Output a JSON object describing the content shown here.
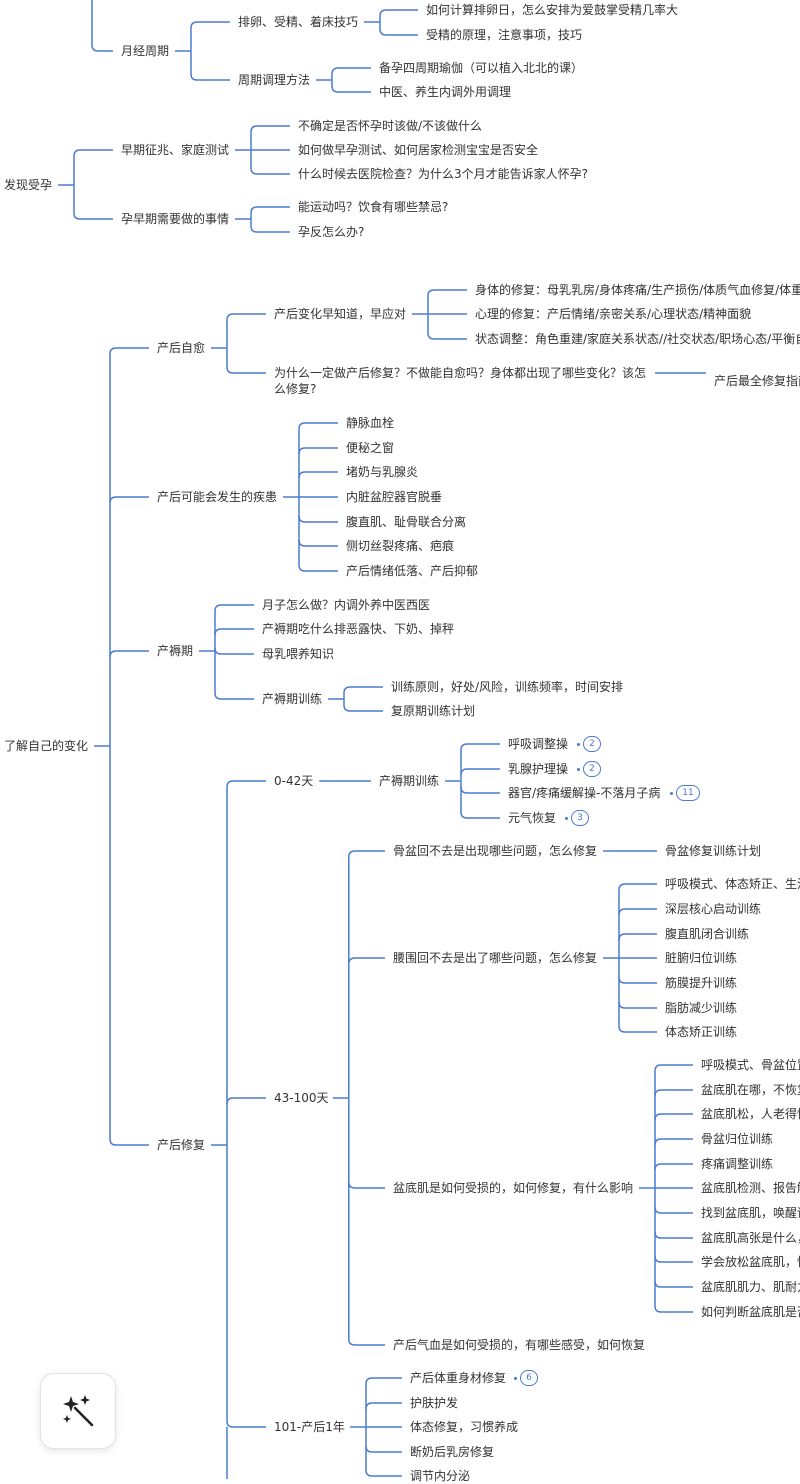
{
  "mindmap": {
    "line_color": "#4a7bd0",
    "nodes": {
      "s1": "月经周期",
      "s2": "排卵、受精、着床技巧",
      "s3": "如何计算排卵日，怎么安排为爱鼓掌受精几率大",
      "s4": "受精的原理，注意事项，技巧",
      "s5": "周期调理方法",
      "s6": "备孕四周期瑜伽（可以植入北北的课）",
      "s7": "中医、养生内调外用调理",
      "p1": "发现受孕",
      "p2": "早期征兆、家庭测试",
      "p3": "不确定是否怀孕时该做/不该做什么",
      "p4": "如何做早孕测试、如何居家检测宝宝是否安全",
      "p5": "什么时候去医院检查？为什么3个月才能告诉家人怀孕?",
      "p6": "孕早期需要做的事情",
      "p7": "能运动吗？饮食有哪些禁忌?",
      "p8": "孕反怎么办?",
      "root": "了解自己的变化",
      "a0": "产后自愈",
      "a1": "产后变化早知道，早应对",
      "a2": "身体的修复：母乳乳房/身体疼痛/生产损伤/体质气血修复/体重",
      "a3": "心理的修复：产后情绪/亲密关系/心理状态/精神面貌",
      "a4": "状态调整：角色重建/家庭关系状态//社交状态/职场心态/平衡自",
      "a5": "为什么一定做产后修复？不做能自愈吗？身体都出现了哪些变化？该怎么修复?",
      "a6": "产后最全修复指南",
      "b0": "产后可能会发生的疾患",
      "b1": "静脉血栓",
      "b2": "便秘之窗",
      "b3": "堵奶与乳腺炎",
      "b4": "内脏盆腔器官脱垂",
      "b5": "腹直肌、耻骨联合分离",
      "b6": "侧切丝裂疼痛、疤痕",
      "b7": "产后情绪低落、产后抑郁",
      "c0": "产褥期",
      "c1": "月子怎么做？内调外养中医西医",
      "c2": "产褥期吃什么排恶露快、下奶、掉秤",
      "c3": "母乳喂养知识",
      "c4": "产褥期训练",
      "c5": "训练原则，好处/风险，训练频率，时间安排",
      "c6": "复原期训练计划",
      "d0": "产后修复",
      "d1": "0-42天",
      "d2": "产褥期训练",
      "d3": "呼吸调整操",
      "d4": "乳腺护理操",
      "d5": "器官/疼痛缓解操-不落月子病",
      "d6": "元气恢复",
      "e0": "43-100天",
      "e1": "骨盆回不去是出现哪些问题，怎么修复",
      "e2": "骨盆修复训练计划",
      "e3": "腰围回不去是出了哪些问题，怎么修复",
      "e4": "呼吸模式、体态矫正、生活",
      "e5": "深层核心启动训练",
      "e6": "腹直肌闭合训练",
      "e7": "脏腑归位训练",
      "e8": "筋膜提升训练",
      "e9": "脂肪减少训练",
      "e10": "体态矫正训练",
      "f0": "盆底肌是如何受损的，如何修复，有什么影响",
      "f1": "呼吸模式、骨盆位置",
      "f2": "盆底肌在哪，不恢复",
      "f3": "盆底肌松，人老得快",
      "f4": "骨盆归位训练",
      "f5": "疼痛调整训练",
      "f6": "盆底肌检测、报告解",
      "f7": "找到盆底肌，唤醒训",
      "f8": "盆底肌高张是什么，",
      "f9": "学会放松盆底肌，快",
      "f10": "盆底肌肌力、肌耐力",
      "f11": "如何判断盆底肌是否",
      "g0": "产后气血是如何受损的，有哪些感受，如何恢复",
      "h0": "101-产后1年",
      "h1": "产后体重身材修复",
      "h2": "护肤护发",
      "h3": "体态修复，习惯养成",
      "h4": "断奶后乳房修复",
      "h5": "调节内分泌"
    },
    "badges": {
      "d3": "2",
      "d4": "2",
      "d5": "11",
      "d6": "3",
      "h1": "6"
    }
  },
  "toolbar": {
    "ai_button_icon": "magic-wand-sparkles-icon"
  }
}
